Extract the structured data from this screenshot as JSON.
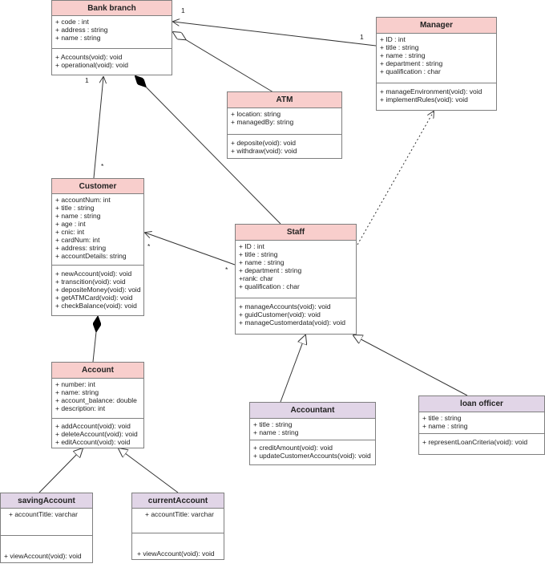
{
  "classes": {
    "bank_branch": {
      "name": "Bank branch",
      "attributes": [
        "+ code : int",
        "+ address : string",
        "+ name : string"
      ],
      "methods": [
        "+ Accounts(void): void",
        "+ operational(void): void"
      ]
    },
    "manager": {
      "name": "Manager",
      "attributes": [
        "+ ID : int",
        "+ title : string",
        "+ name : string",
        "+ department : string",
        "+ qualification : char"
      ],
      "methods": [
        "+ manageEnvironment(void): void",
        "+ implementRules(void): void"
      ]
    },
    "atm": {
      "name": "ATM",
      "attributes": [
        "+ location: string",
        "+ managedBy: string"
      ],
      "methods": [
        "+ deposite(void): void",
        "+ withdraw(void): void"
      ]
    },
    "customer": {
      "name": "Customer",
      "attributes": [
        "+ accountNum: int",
        "+ title : string",
        "+ name : string",
        "+ age : int",
        "+ cnic: int",
        "+ cardNum: int",
        "+ address: string",
        "+ accountDetails: string"
      ],
      "methods": [
        "+ newAccount(void): void",
        "+ transcition(void): void",
        "+ depositeMoney(void): void",
        "+ getATMCard(void): void",
        "+ checkBalance(void): void"
      ]
    },
    "staff": {
      "name": "Staff",
      "attributes": [
        "+ ID : int",
        "+ title : string",
        "+ name : string",
        "+ department : string",
        "+rank: char",
        "+ qualification : char"
      ],
      "methods": [
        "+ manageAccounts(void): void",
        "+ guidCustomer(void): void",
        "+ manageCustomerdata(void): void"
      ]
    },
    "account": {
      "name": "Account",
      "attributes": [
        "+ number: int",
        "+ name: string",
        "+ account_balance: double",
        "+ description: int"
      ],
      "methods": [
        "+ addAccount(void): void",
        "+ deleteAccount(void): void",
        "+ editAccount(void): void"
      ]
    },
    "accountant": {
      "name": "Accountant",
      "attributes": [
        "+ title : string",
        "+ name : string"
      ],
      "methods": [
        "+ creditAmount(void): void",
        "+ updateCustomerAccounts(void): void"
      ]
    },
    "loan_officer": {
      "name": "loan officer",
      "attributes": [
        "+ title : string",
        "+ name : string"
      ],
      "methods": [
        "+ representLoanCriteria(void): void"
      ]
    },
    "saving_account": {
      "name": "savingAccount",
      "attributes": [
        "+ accountTitle: varchar"
      ],
      "methods": [
        "+ viewAccount(void): void"
      ]
    },
    "current_account": {
      "name": "currentAccount",
      "attributes": [
        "+ accountTitle: varchar"
      ],
      "methods": [
        "+ viewAccount(void): void"
      ]
    }
  },
  "multiplicities": {
    "bank_manager_near_bank": "1",
    "bank_manager_near_manager": "1",
    "bank_customer_near_bank": "1",
    "bank_customer_near_customer": "*",
    "customer_staff_near_customer": "*",
    "customer_staff_near_staff": "*"
  },
  "colors": {
    "pink_header": "#f8cecc",
    "purple_header": "#e1d5e7",
    "border": "#7f7f7f",
    "line": "#333333"
  }
}
